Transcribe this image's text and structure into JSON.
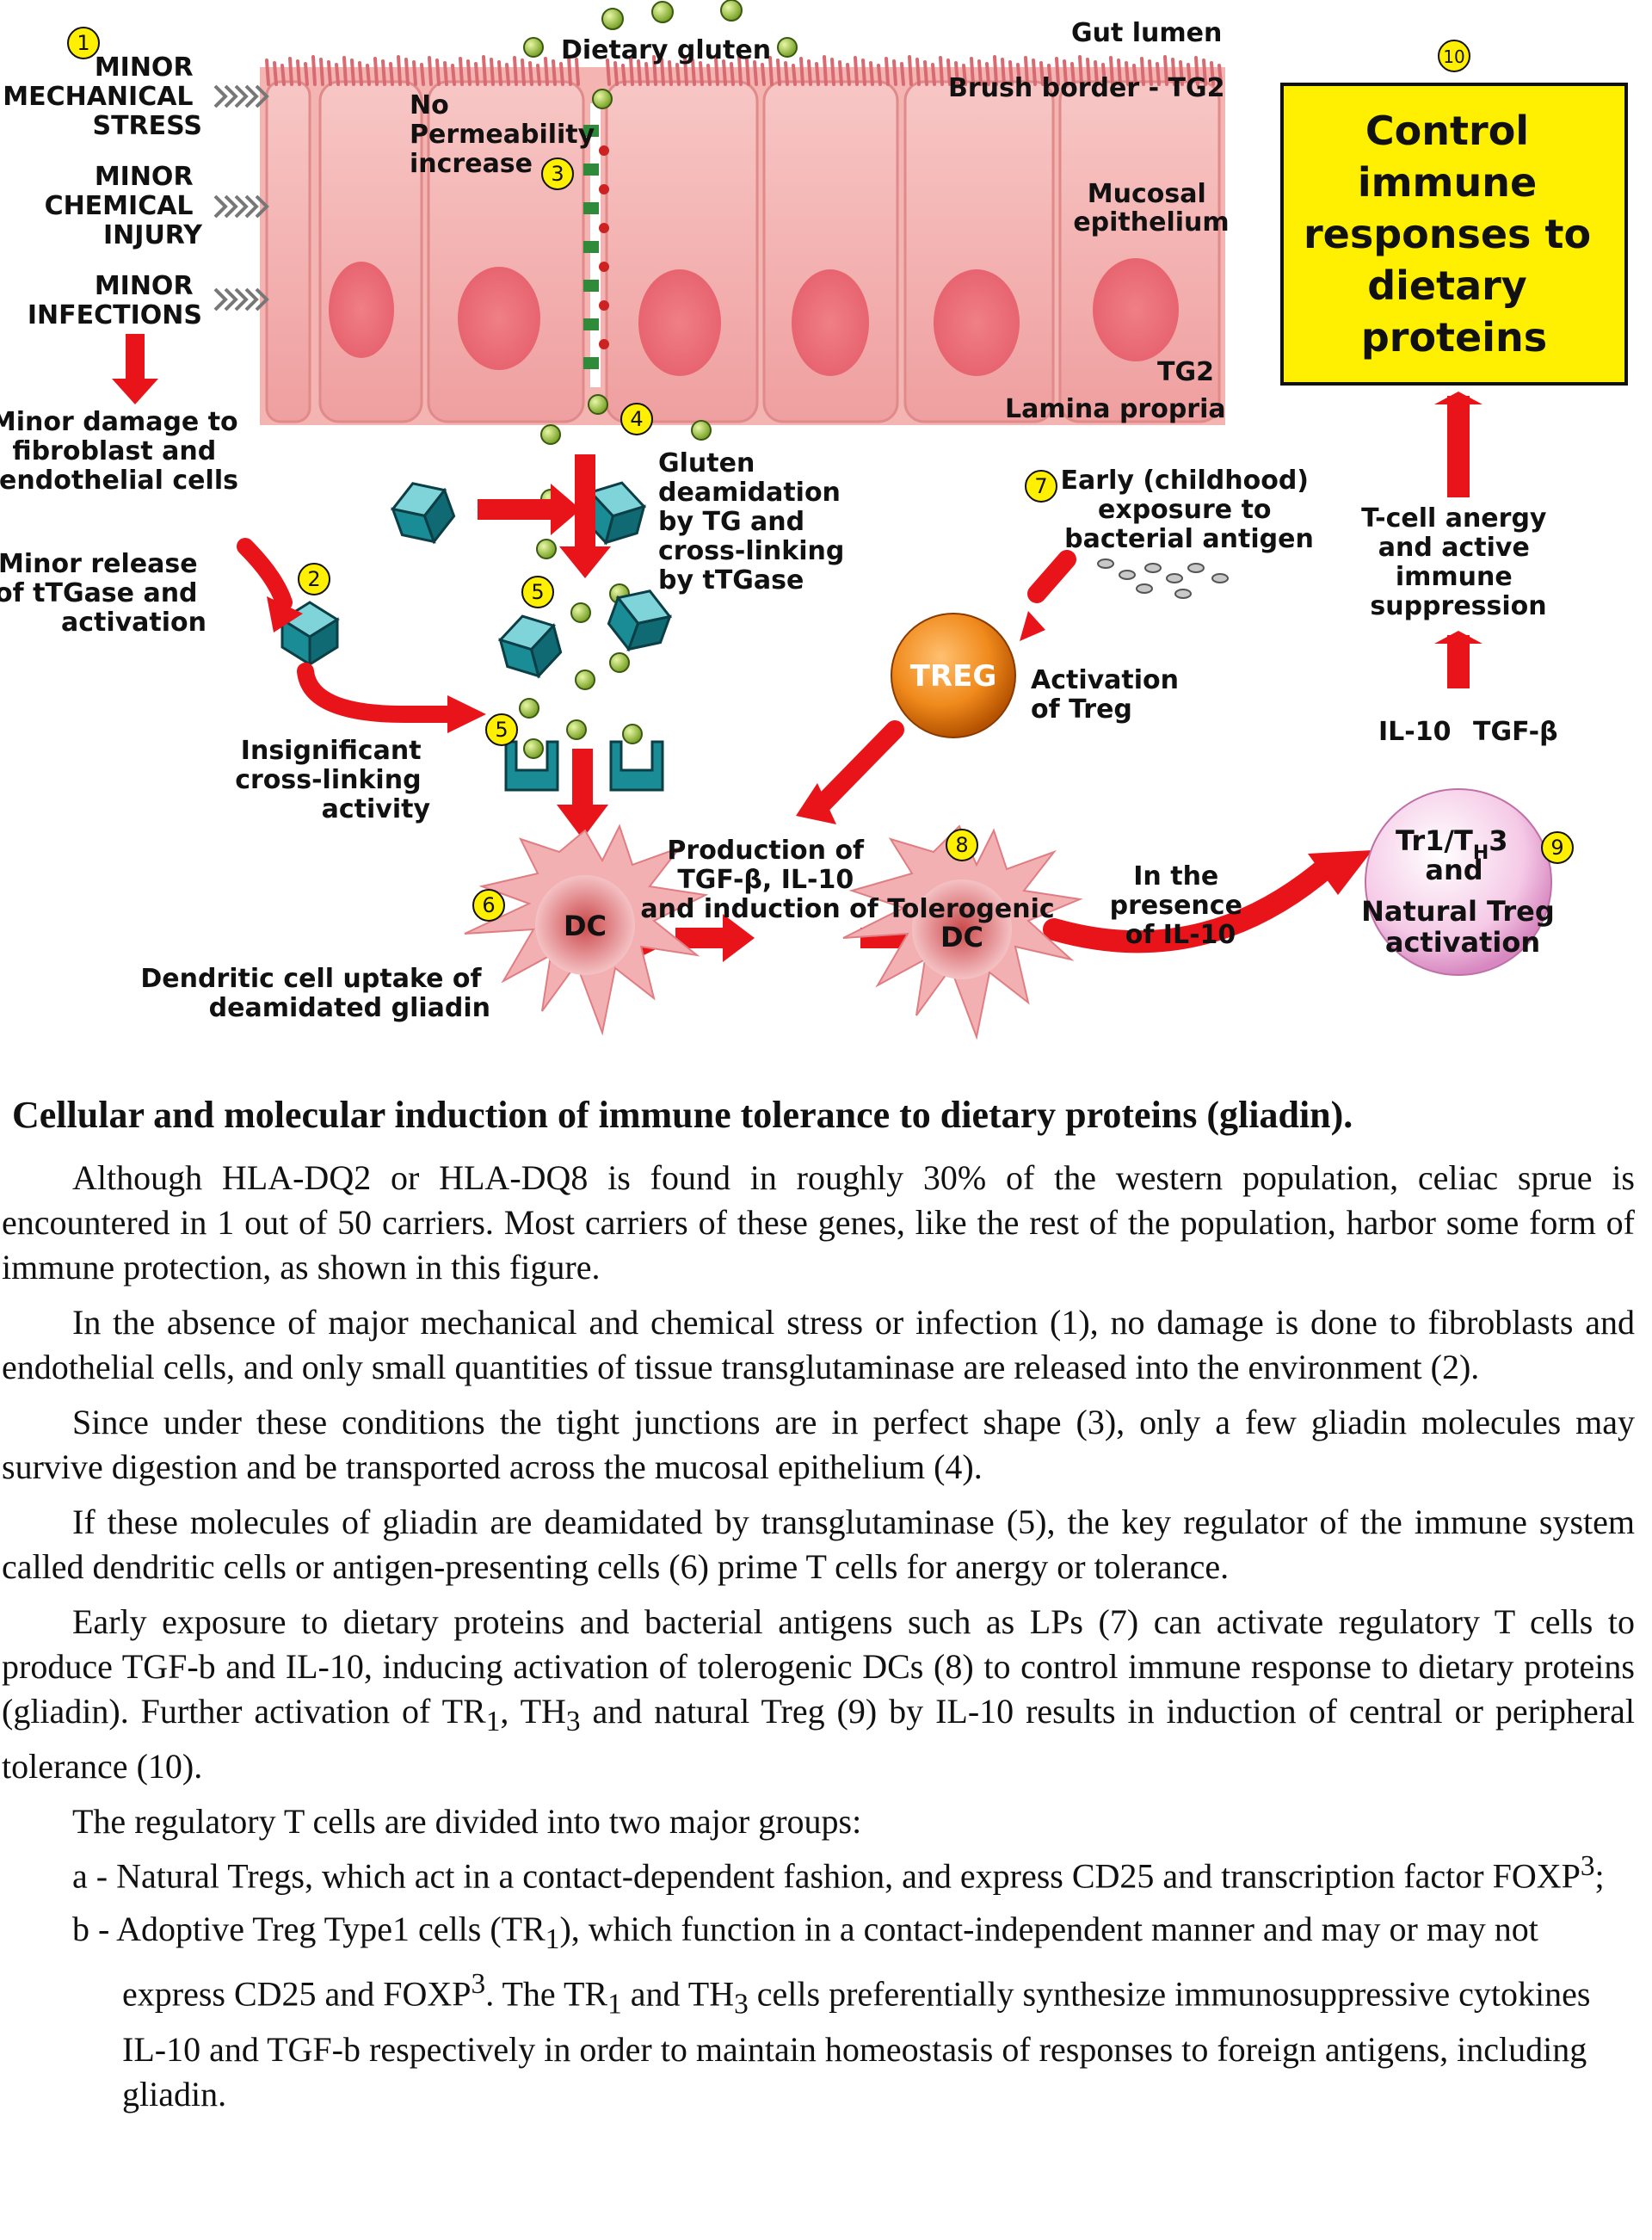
{
  "diagram": {
    "labels": {
      "gut_lumen": "Gut lumen",
      "dietary_gluten": "Dietary gluten",
      "brush_border": "Brush border - TG2",
      "mucosal_epithelium": [
        "Mucosal",
        "epithelium"
      ],
      "tg2": "TG2",
      "lamina_propria": "Lamina propria",
      "minor_mechanical": [
        "MINOR",
        "MECHANICAL",
        "STRESS"
      ],
      "minor_chemical": [
        "MINOR",
        "CHEMICAL",
        "INJURY"
      ],
      "minor_infections": [
        "MINOR",
        "INFECTIONS"
      ],
      "no_permeability": [
        "No",
        "Permeability",
        "increase"
      ],
      "minor_damage": [
        "Minor damage to",
        "fibroblast and",
        "endothelial cells"
      ],
      "minor_release": [
        "Minor release",
        "of tTGase and",
        "activation"
      ],
      "gluten_deamidation": [
        "Gluten",
        "deamidation",
        "by TG and",
        "cross-linking",
        "by tTGase"
      ],
      "insignificant": [
        "Insignificant",
        "cross-linking",
        "activity"
      ],
      "early_exposure": [
        "Early (childhood)",
        "exposure to",
        "bacterial antigen"
      ],
      "treg": "TREG",
      "activation_treg": [
        "Activation",
        "of Treg"
      ],
      "dc": "DC",
      "dc_uptake": [
        "Dendritic cell uptake of",
        "deamidated gliadin"
      ],
      "production": [
        "Production of",
        "TGF-β, IL-10",
        "and induction of Tolerogenic"
      ],
      "tolerogenic_dc": "DC",
      "in_presence": [
        "In the",
        "presence",
        "of IL-10"
      ],
      "tr1": [
        "Tr1/T",
        "H",
        "3",
        "and"
      ],
      "natural_treg": [
        "Natural Treg",
        "activation"
      ],
      "il10": "IL-10",
      "tgfb": "TGF-β",
      "t_cell_anergy": [
        "T-cell anergy",
        "and active",
        "immune",
        "suppression"
      ],
      "control_box": [
        "Control",
        "immune",
        "responses to",
        "dietary",
        "proteins"
      ]
    },
    "markers": [
      "1",
      "2",
      "3",
      "4",
      "5",
      "5",
      "6",
      "7",
      "8",
      "9",
      "10"
    ],
    "colors": {
      "arrow": "#e8141a",
      "box": "#ffef00",
      "marker": "#ffef00",
      "treg": "#e46c0a",
      "cell": "#f3b6b6",
      "gluten": "#9fcc2e",
      "tgase": "#1a9aa6"
    }
  },
  "caption": {
    "title": "Cellular and molecular induction of immune tolerance to dietary proteins (gliadin).",
    "p1": "Although HLA-DQ2 or HLA-DQ8 is found in roughly 30% of the western population, celiac sprue is encountered in 1 out of 50 carriers. Most carriers of these genes, like the rest of the population, harbor some form of immune protection, as shown in this figure.",
    "p2": "In the absence of major mechanical and chemical stress or infection (1), no damage is done to fibroblasts and endothelial cells, and only small quantities of tissue transglutaminase are released into the environment (2).",
    "p3": "Since under these conditions the tight junctions are in perfect shape (3), only a few gliadin molecules may survive digestion and be transported across the mucosal epithelium (4).",
    "p4": "If these molecules of gliadin are  deamidated by transglutaminase (5), the key regulator of the immune system called dendritic cells or antigen-presenting cells (6) prime T cells for anergy or tolerance.",
    "p5": {
      "a": "Early exposure to dietary proteins and bacterial antigens such as LPs (7) can activate regulatory T cells to produce TGF-b and IL-10, inducing activation of tolerogenic DCs (8) to control immune response to dietary proteins (gliadin). Further activation of TR",
      "sub1": "1",
      "b": ", TH",
      "sub2": "3",
      "c": " and natural Treg (9) by IL-10 results in induction of central or peripheral tolerance (10)."
    },
    "intro": "The regulatory T cells are divided into two major groups:",
    "item_a": {
      "a": "a - Natural Tregs, which act in a contact-dependent fashion,  and express CD25 and  transcription factor FOXP",
      "sup": "3",
      "b": ";"
    },
    "item_b": {
      "a": "b - Adoptive Treg Type1 cells (TR",
      "sub1": "1",
      "b": "), which function in a  contact-independent  manner and may or  may  not express CD25 and FOXP",
      "sup": "3",
      "c": ". The TR",
      "sub2": "1",
      "d": " and TH",
      "sub3": "3",
      "e": " cells  preferentially synthesize immunosuppressive cytokines IL-10 and TGF-b respectively in order to maintain homeostasis of responses to foreign antigens, including gliadin."
    }
  }
}
